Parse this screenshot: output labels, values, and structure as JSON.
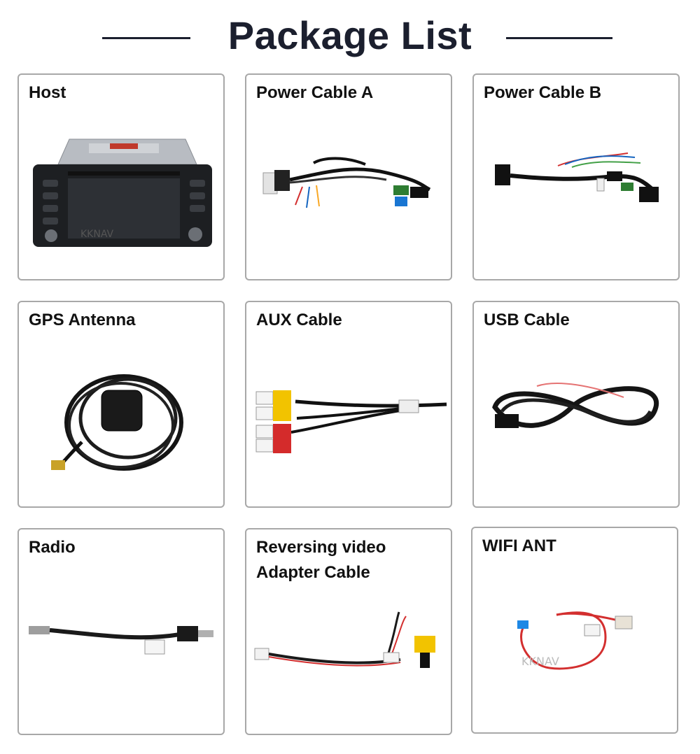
{
  "page": {
    "title": "Package List"
  },
  "items": [
    {
      "label": "Host",
      "icon": "car-stereo-unit-image"
    },
    {
      "label": "Power Cable A",
      "icon": "wiring-harness-image"
    },
    {
      "label": "Power Cable B",
      "icon": "wiring-harness-image"
    },
    {
      "label": "GPS Antenna",
      "icon": "gps-antenna-image"
    },
    {
      "label": "AUX Cable",
      "icon": "rca-cable-image"
    },
    {
      "label": "USB Cable",
      "icon": "usb-cable-image"
    },
    {
      "label": "Radio",
      "icon": "radio-antenna-adapter-image"
    },
    {
      "label_line1": "Reversing video",
      "label_line2": "Adapter Cable",
      "icon": "video-adapter-cable-image"
    },
    {
      "label": "WIFI ANT",
      "icon": "wifi-antenna-image"
    }
  ],
  "watermark": "KKNAV",
  "colors": {
    "title": "#1b1f2e",
    "card_border": "#a8a8a8"
  }
}
